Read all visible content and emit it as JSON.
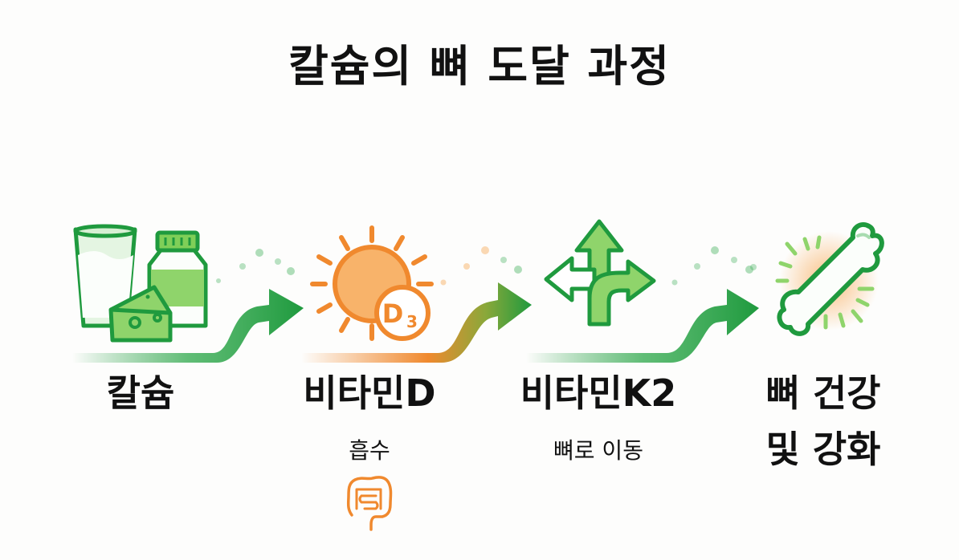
{
  "title": "칼슘의 뼈 도달 과정",
  "colors": {
    "green_dark": "#1f9a3e",
    "green_light": "#8fd46b",
    "orange": "#f0892e",
    "orange_light": "#f8b36a",
    "text": "#111111"
  },
  "steps": [
    {
      "id": "calcium",
      "label": "칼슘",
      "sub": "",
      "icon": "milk-cheese-supplement-icon"
    },
    {
      "id": "vitamin-d",
      "label": "비타민D",
      "sub": "흡수",
      "icon": "sun-d3-icon",
      "extra_icon": "intestine-icon",
      "badge": "D3"
    },
    {
      "id": "vitamin-k2",
      "label": "비타민K2",
      "sub": "뼈로 이동",
      "icon": "direction-arrows-icon"
    },
    {
      "id": "bone",
      "label_lines": [
        "뼈 건강",
        "및 강화"
      ],
      "icon": "glowing-bone-icon"
    }
  ]
}
